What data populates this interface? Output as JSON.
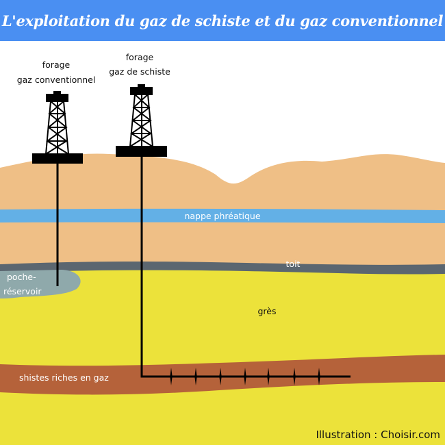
{
  "title": "L'exploitation du gaz de schiste et du gaz conventionnel",
  "derricks": {
    "conventional": {
      "line1": "forage",
      "line2": "gaz conventionnel"
    },
    "shale": {
      "line1": "forage",
      "line2": "gaz de schiste"
    }
  },
  "layers": {
    "water": "nappe phréatique",
    "roof": "toit",
    "reservoir_line1": "poche-",
    "reservoir_line2": "réservoir",
    "sandstone": "grès",
    "shale": "shistes riches en gaz"
  },
  "credit": "Illustration : Choisir.com",
  "colors": {
    "title_bar": "#4a8ff2",
    "sand": "#efbf86",
    "water": "#63b0e6",
    "roof": "#5b6670",
    "reservoir": "#8fa9ab",
    "sandstone": "#ece23a",
    "shale": "#b5623a"
  }
}
